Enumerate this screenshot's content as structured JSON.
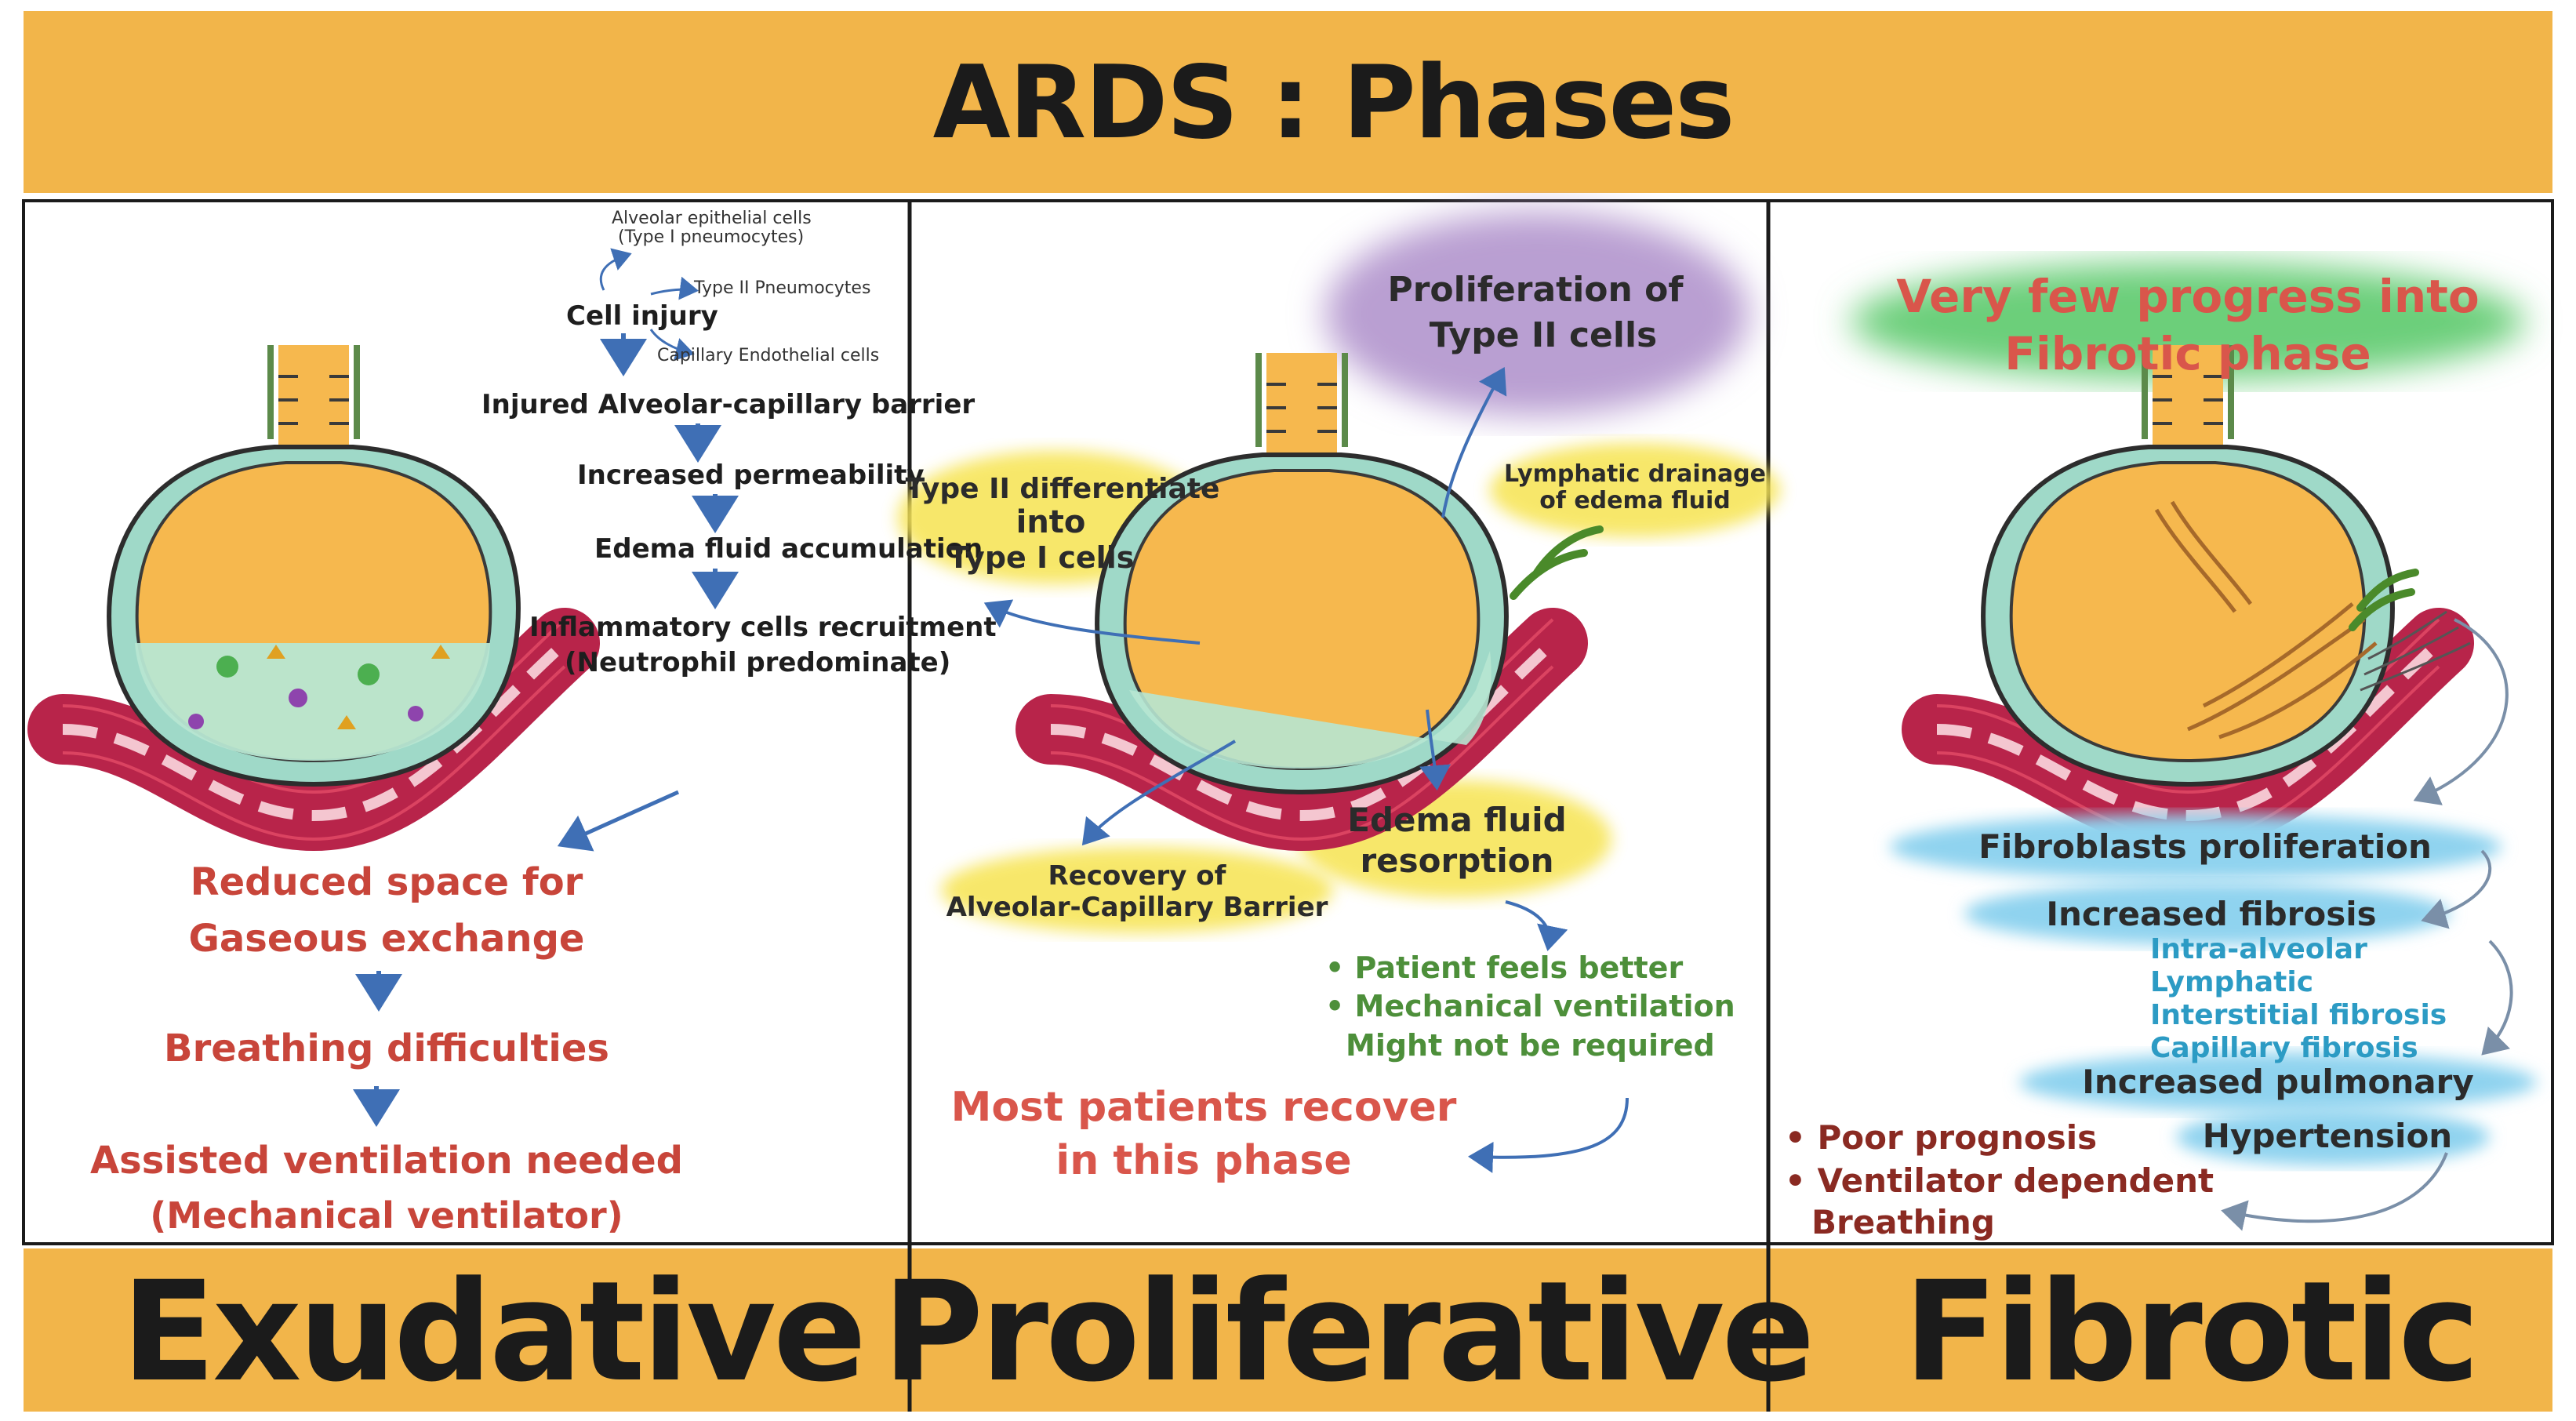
{
  "title": "ARDS : Phases",
  "colors": {
    "band": "#f2b54a",
    "arrow": "#3f6fb5",
    "red_text": "#c8453a",
    "green_text": "#4d8f3a",
    "cyan_text": "#2c9bc4",
    "alveolus_fill": "#f6b84e",
    "vessel": "#b8244a"
  },
  "exudative": {
    "label": "Exudative",
    "cells_epithelial_1": "Alveolar epithelial cells",
    "cells_epithelial_2": "(Type I pneumocytes)",
    "type2": "Type II Pneumocytes",
    "cell_injury": "Cell injury",
    "capillary": "Capillary Endothelial cells",
    "step1": "Injured Alveolar-capillary barrier",
    "step2": "Increased permeability",
    "step3": "Edema fluid accumulation",
    "step4a": "Inflammatory cells recruitment",
    "step4b": "(Neutrophil predominate)",
    "reduced1": "Reduced space for",
    "reduced2": "Gaseous exchange",
    "breathing": "Breathing difficulties",
    "assisted1": "Assisted ventilation needed",
    "assisted2": "(Mechanical ventilator)"
  },
  "proliferative": {
    "label": "Proliferative",
    "prolif1": "Proliferation of",
    "prolif2": "Type II cells",
    "diff1": "Type II differentiate",
    "diff2": "into",
    "diff3": "Type I cells",
    "lymph1": "Lymphatic drainage",
    "lymph2": "of edema fluid",
    "edema1": "Edema fluid",
    "edema2": "resorption",
    "recovery1": "Recovery of",
    "recovery2": "Alveolar-Capillary Barrier",
    "feels": "Patient feels better",
    "mech1": "Mechanical ventilation",
    "mech2": "Might not be required",
    "most1": "Most patients recover",
    "most2": "in this phase"
  },
  "fibrotic": {
    "label": "Fibrotic",
    "few1": "Very few progress into",
    "few2": "Fibrotic phase",
    "fibroblasts": "Fibroblasts proliferation",
    "incfib": "Increased fibrosis",
    "sub1": "Intra-alveolar",
    "sub2": "Lymphatic",
    "sub3": "Interstitial fibrosis",
    "sub4": "Capillary fibrosis",
    "incpulm": "Increased pulmonary",
    "hyper": "Hypertension",
    "poor": "Poor prognosis",
    "vent1": "Ventilator dependent",
    "vent2": "Breathing"
  }
}
